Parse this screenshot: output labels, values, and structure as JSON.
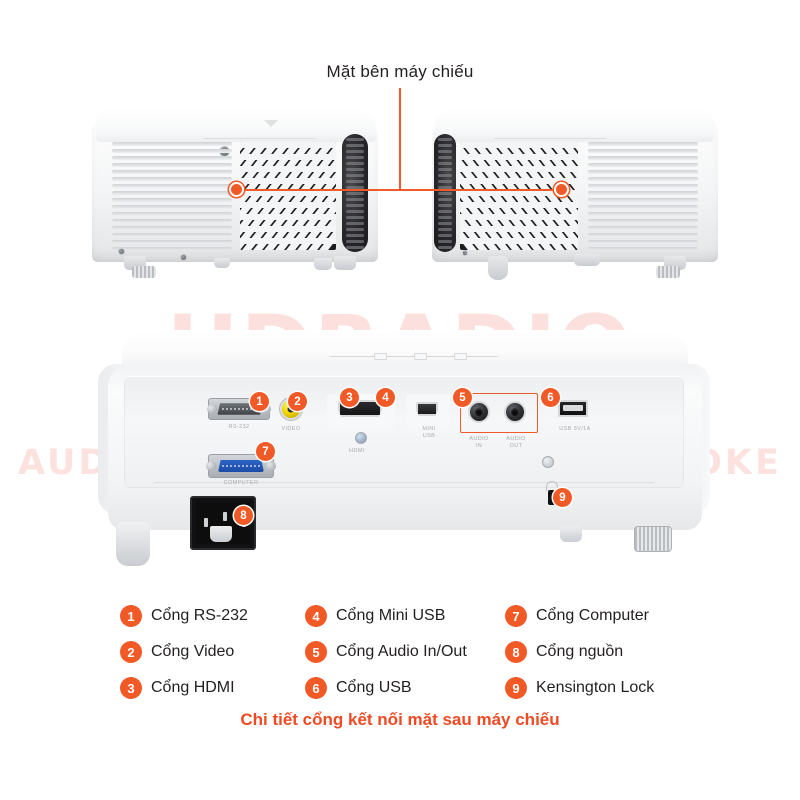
{
  "watermark": {
    "main_text": "HDRADIO",
    "main_part1": "H",
    "main_part2": "D",
    "main_part3": "RADIO",
    "sub_text": "AUDIO - HOME CINEMA - KARAOKE",
    "color": "#e9503a"
  },
  "top_caption": "Mặt bên máy chiếu",
  "footer_caption": "Chi tiết cổng kết nối mặt sau máy chiếu",
  "accent_color": "#f15a27",
  "legend": {
    "columns": [
      {
        "items": [
          {
            "num": "1",
            "label": "Cổng RS-232"
          },
          {
            "num": "2",
            "label": "Cổng Video"
          },
          {
            "num": "3",
            "label": "Cổng HDMI"
          }
        ]
      },
      {
        "items": [
          {
            "num": "4",
            "label": "Cổng Mini USB"
          },
          {
            "num": "5",
            "label": "Cổng Audio In/Out"
          },
          {
            "num": "6",
            "label": "Cổng USB"
          }
        ]
      },
      {
        "items": [
          {
            "num": "7",
            "label": "Cổng Computer"
          },
          {
            "num": "8",
            "label": "Cổng nguồn"
          },
          {
            "num": "9",
            "label": "Kensington Lock"
          }
        ]
      }
    ]
  },
  "rear_panel": {
    "badges": [
      "1",
      "2",
      "3",
      "4",
      "5",
      "6",
      "7",
      "8",
      "9"
    ],
    "port_labels": {
      "rs232": "RS-232",
      "video": "VIDEO",
      "hdmi": "HDMI",
      "mini_usb": "MINI\nUSB",
      "audio_in": "AUDIO\nIN",
      "audio_out": "AUDIO\nOUT",
      "usb": "USB  5V/1A",
      "computer": "COMPUTER"
    }
  }
}
